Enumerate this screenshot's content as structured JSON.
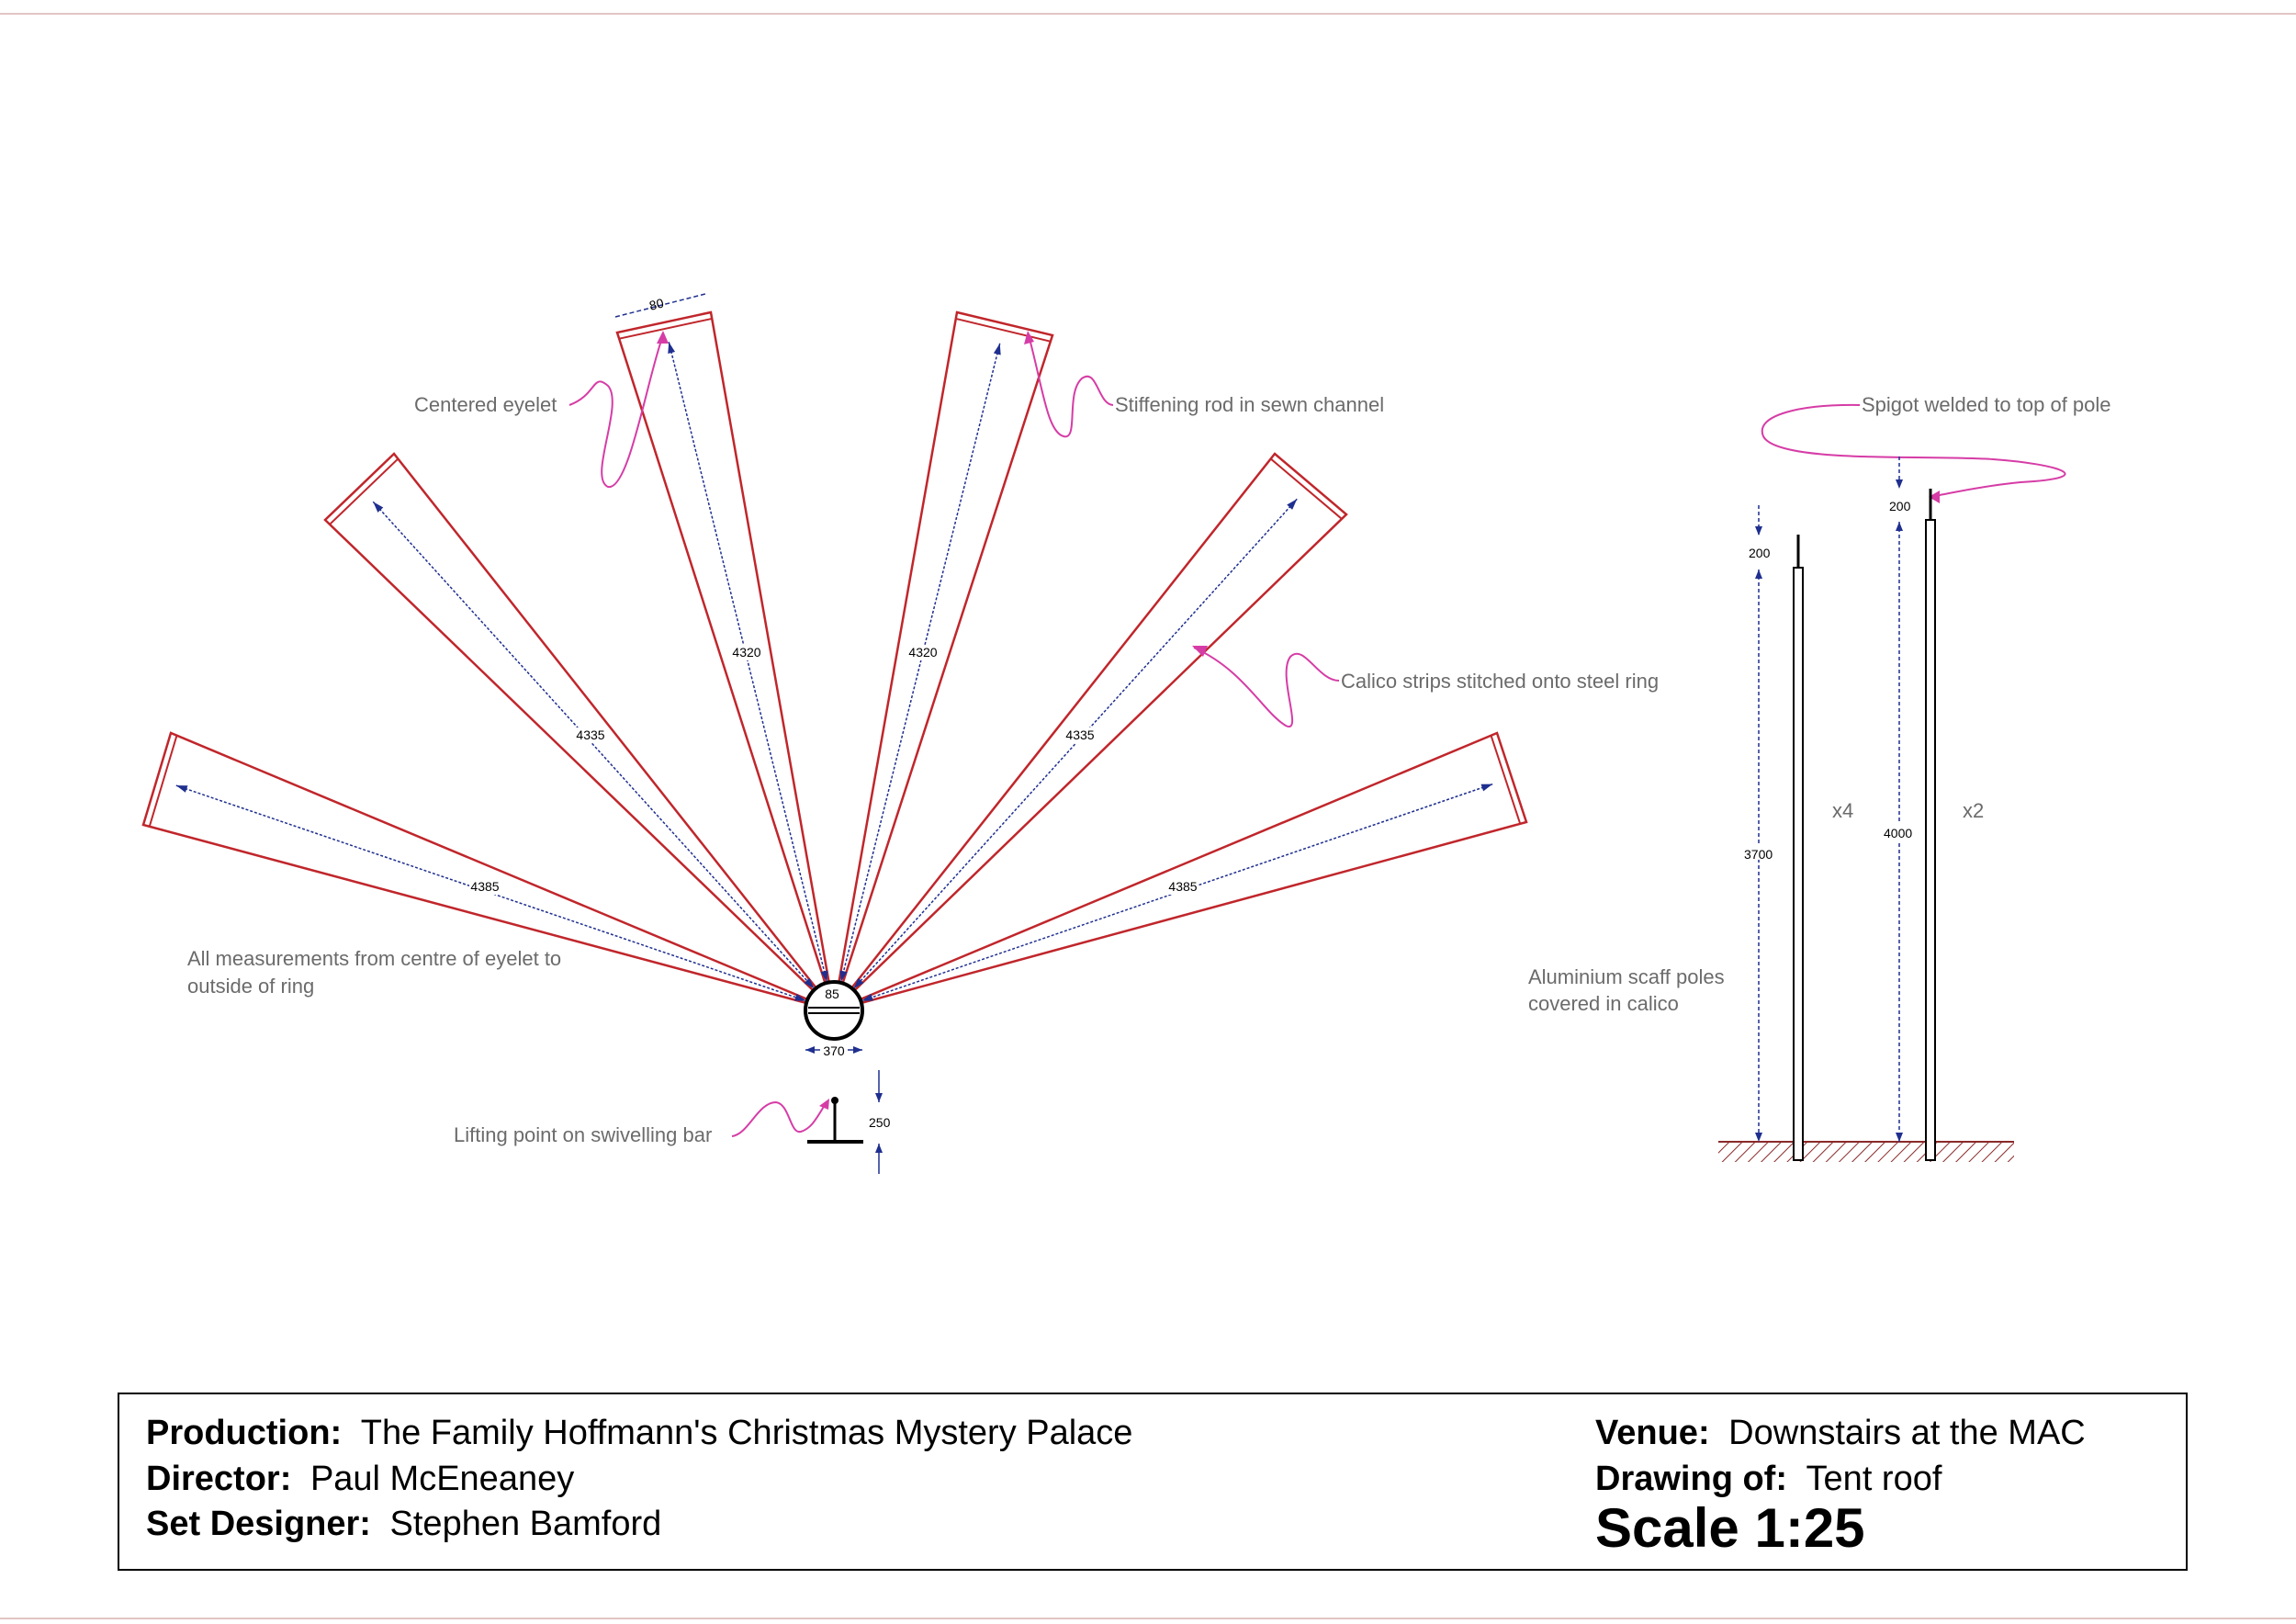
{
  "annotations": {
    "centered_eyelet": "Centered eyelet",
    "stiffening_rod": "Stiffening rod in sewn channel",
    "calico_strips": "Calico strips stitched onto steel ring",
    "measurements_line1": "All measurements from centre of eyelet to",
    "measurements_line2": "outside of ring",
    "lifting_point": "Lifting point on swivelling bar",
    "spigot": "Spigot welded to top of pole",
    "poles_line1": "Aluminium scaff poles",
    "poles_line2": "covered in calico"
  },
  "dimensions": {
    "strip_lengths": [
      "4385",
      "4335",
      "4320",
      "4320",
      "4335",
      "4385"
    ],
    "strip_width_top": "80",
    "ring_inner": "85",
    "ring_diameter": "370",
    "bar_height": "250",
    "pole_a": {
      "spigot": "200",
      "length": "3700",
      "count": "x4"
    },
    "pole_b": {
      "spigot": "200",
      "length": "4000",
      "count": "x2"
    }
  },
  "title_block": {
    "production_label": "Production:",
    "production_value": "The Family Hoffmann's Christmas Mystery Palace",
    "director_label": "Director:",
    "director_value": "Paul McEneaney",
    "designer_label": "Set Designer:",
    "designer_value": "Stephen Bamford",
    "venue_label": "Venue:",
    "venue_value": "Downstairs at the MAC",
    "drawing_label": "Drawing of:",
    "drawing_value": "Tent roof",
    "scale": "Scale 1:25"
  },
  "colors": {
    "strip": "#c0262b",
    "dimension": "#1f2f8f",
    "leader": "#d63ca6",
    "hatch": "#8b2a2a"
  }
}
